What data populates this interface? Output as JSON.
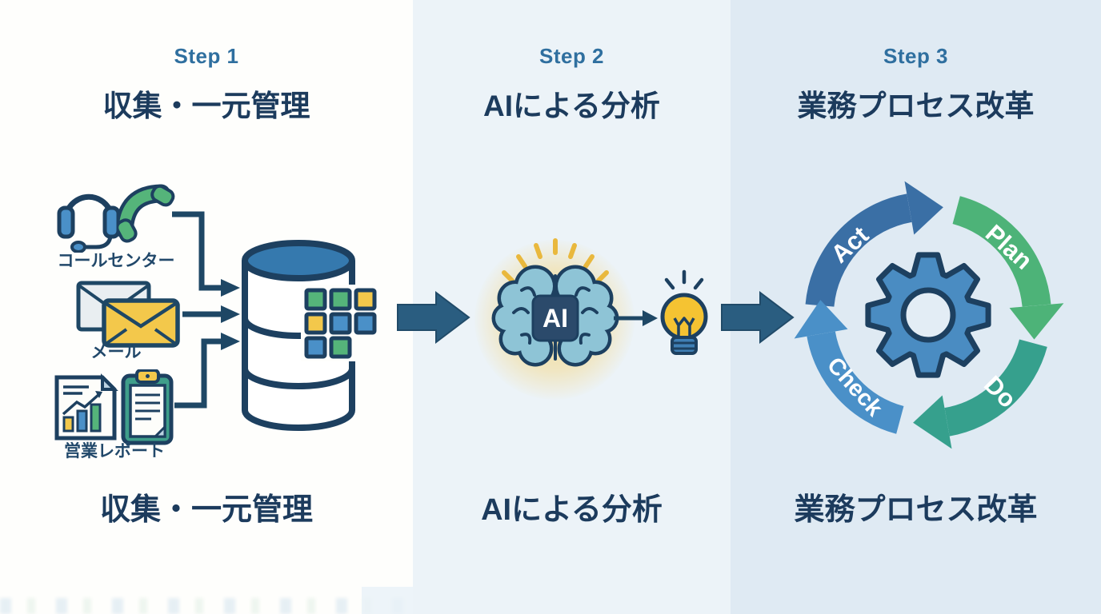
{
  "steps": [
    {
      "step_label": "Step 1",
      "title": "収集・一元管理",
      "bottom_label": "収集・一元管理",
      "sources": [
        {
          "label": "コールセンター",
          "icons": [
            "headset-icon",
            "phone-icon"
          ]
        },
        {
          "label": "メール",
          "icons": [
            "envelope-icon"
          ]
        },
        {
          "label": "営業レポート",
          "icons": [
            "report-chart-icon",
            "clipboard-icon"
          ]
        }
      ],
      "target_icon": "database-icon"
    },
    {
      "step_label": "Step 2",
      "title": "AIによる分析",
      "bottom_label": "AIによる分析",
      "ai_chip_label": "AI",
      "icons": [
        "brain-ai-icon",
        "lightbulb-icon"
      ]
    },
    {
      "step_label": "Step 3",
      "title": "業務プロセス改革",
      "bottom_label": "業務プロセス改革",
      "pdca": {
        "labels": {
          "act": "Act",
          "plan": "Plan",
          "do": "Do",
          "check": "Check"
        },
        "center_icon": "gear-icon"
      }
    }
  ],
  "palette": {
    "outline_navy": "#1d4060",
    "step_blue": "#2f6f9f",
    "title_navy": "#1c3b5d",
    "panel1_bg": "#fefefc",
    "panel2_bg": "#ecf3f8",
    "panel3_bg": "#dfeaf3",
    "green": "#55b47a",
    "yellow": "#f3c84b",
    "blue": "#4a90c8",
    "db_top_blue": "#3579ae",
    "big_arrow": "#2a5d80",
    "brain_fill": "#8ec4d6",
    "glow_yellow": "#f7cd5c",
    "pdca_act": "#3a6fa5",
    "pdca_plan": "#4db378",
    "pdca_do": "#36a08d",
    "pdca_check": "#4a90c8"
  }
}
